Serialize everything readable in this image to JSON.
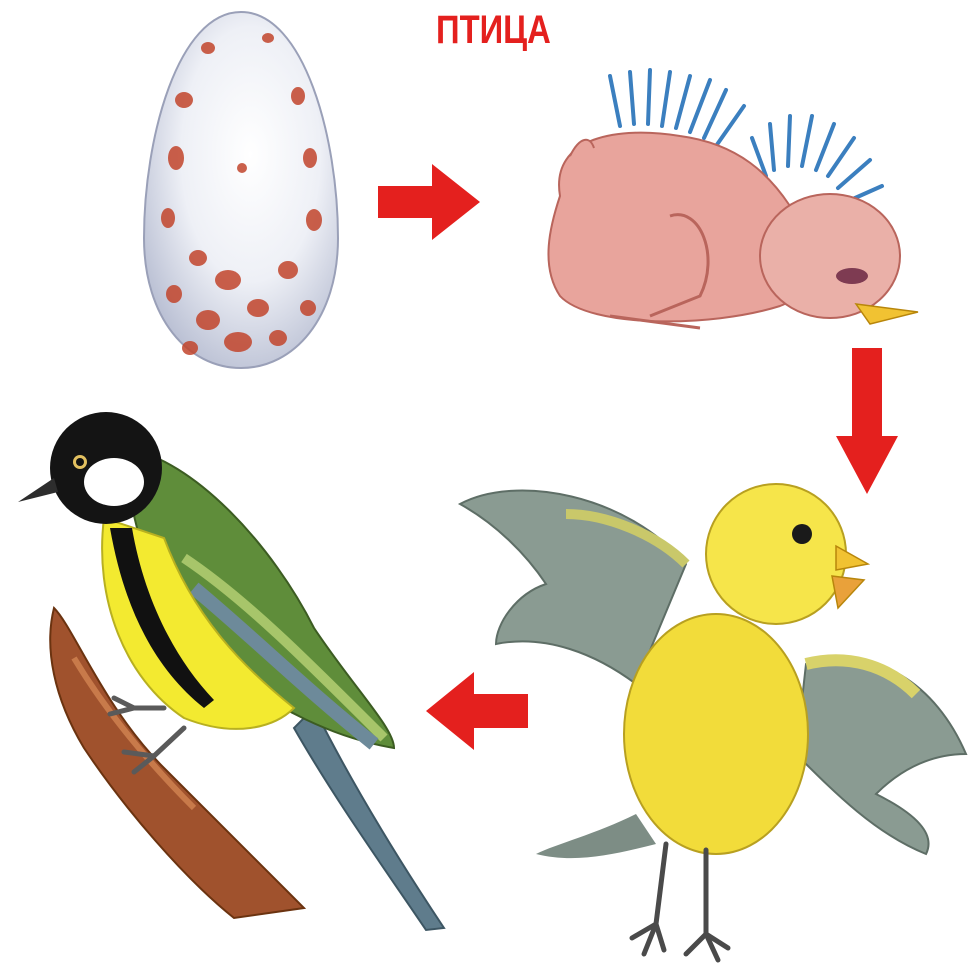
{
  "title": "ПТИЦА",
  "colors": {
    "arrow": "#e4201e",
    "title": "#e4201e",
    "background": "#ffffff"
  },
  "stages": [
    {
      "id": "egg",
      "icon": "speckled-egg-icon"
    },
    {
      "id": "hatchling",
      "icon": "hatchling-chick-icon"
    },
    {
      "id": "fledgling",
      "icon": "yellow-fledgling-icon"
    },
    {
      "id": "adult",
      "icon": "great-tit-adult-bird-icon"
    }
  ],
  "flow": [
    {
      "from": "egg",
      "to": "hatchling",
      "direction": "right"
    },
    {
      "from": "hatchling",
      "to": "fledgling",
      "direction": "down"
    },
    {
      "from": "fledgling",
      "to": "adult",
      "direction": "left"
    }
  ]
}
